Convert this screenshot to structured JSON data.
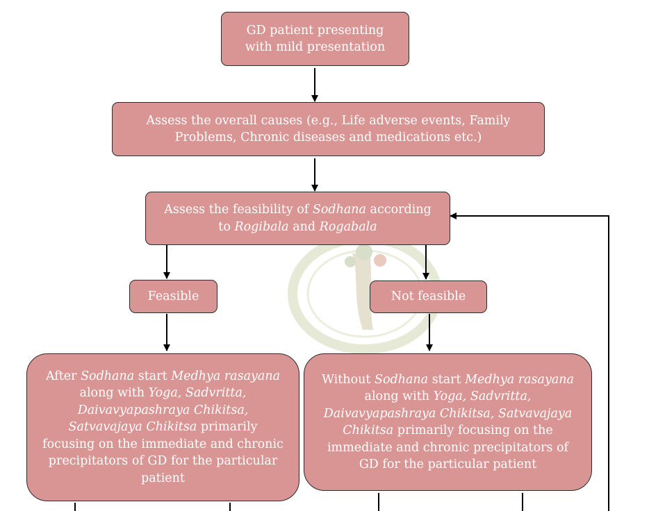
{
  "nodes": {
    "start": "GD patient presenting with mild presentation",
    "assess_causes": "Assess the overall causes (e.g., Life adverse events, Family Problems, Chronic diseases and medications etc.)",
    "assess_feasibility": {
      "t1": "Assess the feasibility of ",
      "i1": "Sodhana",
      "t2": " according to ",
      "i2": "Rogibala",
      "t3": " and ",
      "i3": "Rogabala"
    },
    "feasible": "Feasible",
    "not_feasible": "Not feasible",
    "after_sodhana": {
      "t1": "After ",
      "i1": "Sodhana",
      "t2": " start ",
      "i2": "Medhya rasayana",
      "t3": " along with ",
      "i3": "Yoga, Sadvritta, Daivavyapashraya Chikitsa, Satvavajaya Chikitsa",
      "t4": " primarily focusing on the immediate and chronic precipitators of GD for the particular patient"
    },
    "without_sodhana": {
      "t1": "Without ",
      "i1": "Sodhana",
      "t2": " start ",
      "i2": "Medhya rasayana",
      "t3": " along with ",
      "i3": "Yoga, Sadvritta, Daivavyapashraya Chikitsa, Satvavajaya Chikitsa",
      "t4": " primarily focusing on the immediate and chronic precipitators of GD for the particular patient"
    }
  },
  "colors": {
    "box_fill": "#d99594",
    "box_border": "#2a2a2a",
    "text": "#ffffff",
    "line": "#000000"
  }
}
